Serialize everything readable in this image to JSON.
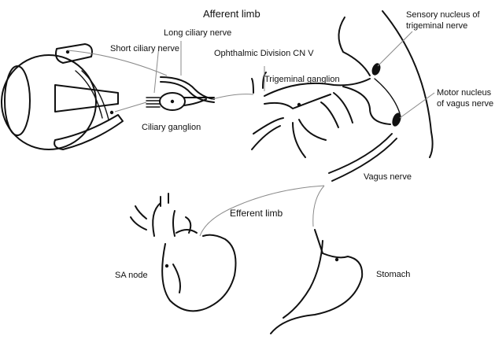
{
  "labels": {
    "afferent_limb": "Afferent limb",
    "sensory_nucleus_1": "Sensory nucleus of",
    "sensory_nucleus_2": "trigeminal nerve",
    "long_ciliary_nerve": "Long ciliary nerve",
    "short_ciliary_nerve": "Short ciliary nerve",
    "ophthalmic_division": "Ophthalmic Division CN V",
    "trigeminal_ganglion": "Trigeminal ganglion",
    "motor_nucleus_1": "Motor nucleus",
    "motor_nucleus_2": "of vagus nerve",
    "ciliary_ganglion": "Ciliary ganglion",
    "vagus_nerve": "Vagus nerve",
    "efferent_limb": "Efferent limb",
    "sa_node": "SA node",
    "stomach": "Stomach"
  },
  "colors": {
    "ink": "#111111",
    "leader": "#8a8a8a",
    "background": "#ffffff"
  }
}
